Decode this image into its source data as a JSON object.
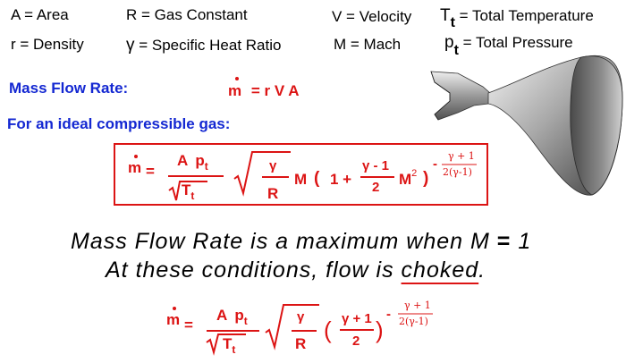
{
  "legend": {
    "area": "A = Area",
    "gas_constant": "R = Gas  Constant",
    "velocity": "V = Velocity",
    "total_temp_sym": "T",
    "total_temp_sub": "t",
    "total_temp_rest": "= Total  Temperature",
    "density": "r  =  Density",
    "gamma_sym": "γ",
    "gamma_rest": "=  Specific Heat Ratio",
    "mach": "M  =  Mach",
    "total_pres_sym": "p",
    "total_pres_sub": "t",
    "total_pres_rest": "= Total  Pressure"
  },
  "mass_flow": {
    "label": "Mass  Flow Rate:",
    "m": "m",
    "rest": "=  r  V  A"
  },
  "compressible": {
    "label": "For  an  ideal  compressible  gas:"
  },
  "formula1": {
    "m": "m",
    "eq": "=",
    "A": "A",
    "p": "p",
    "p_sub": "t",
    "T": "T",
    "T_sub": "t",
    "gamma": "γ",
    "R": "R",
    "M": "M",
    "open": "(",
    "one_plus": "1 +",
    "frac_num": "γ - 1",
    "frac_den": "2",
    "M2": "M",
    "M2_exp": "2",
    "close": ")",
    "exp_minus": "-",
    "exp_num": "γ + 1",
    "exp_den": "2(γ-1)"
  },
  "statement": {
    "line1_text": "Mass  Flow  Rate  is  a  maximum  when  M",
    "line1_eq": "=",
    "line1_val": "1",
    "line2_pre": "At  these  conditions,  flow  is",
    "line2_word": "choked",
    "line2_end": "."
  },
  "formula2": {
    "m": "m",
    "eq": "=",
    "A": "A",
    "p": "p",
    "p_sub": "t",
    "T": "T",
    "T_sub": "t",
    "gamma": "γ",
    "R": "R",
    "frac_num": "γ + 1",
    "frac_den": "2",
    "exp_minus": "-",
    "exp_num": "γ + 1",
    "exp_den": "2(γ-1)"
  },
  "colors": {
    "blue": "#1428d2",
    "red": "#dc1414",
    "nozzle_light": "#e0e0e0",
    "nozzle_dark": "#3a3a3a"
  }
}
